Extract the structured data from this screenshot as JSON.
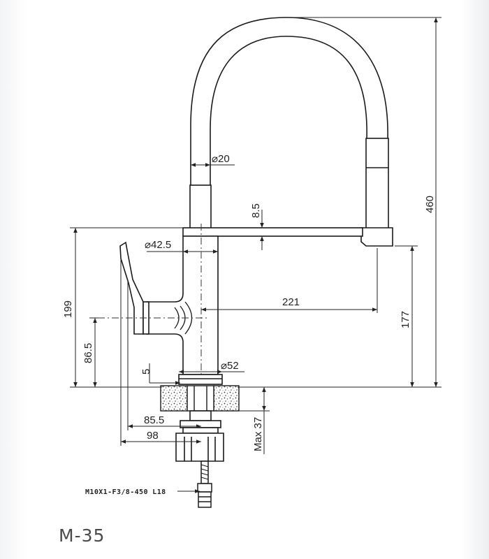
{
  "model": "M-35",
  "hose_spec": "M10X1-F3/8-450  L18",
  "dimensions": {
    "hose_diameter": "⌀20",
    "body_diameter": "⌀42.5",
    "base_diameter": "⌀52",
    "spout_thickness": "8.5",
    "reach": "221",
    "total_height": "460",
    "spout_height": "177",
    "body_height": "199",
    "lever_height": "86.5",
    "base_ring": "5",
    "lever_depth": "85.5",
    "overall_depth": "98",
    "max_deck": "Max 37"
  }
}
